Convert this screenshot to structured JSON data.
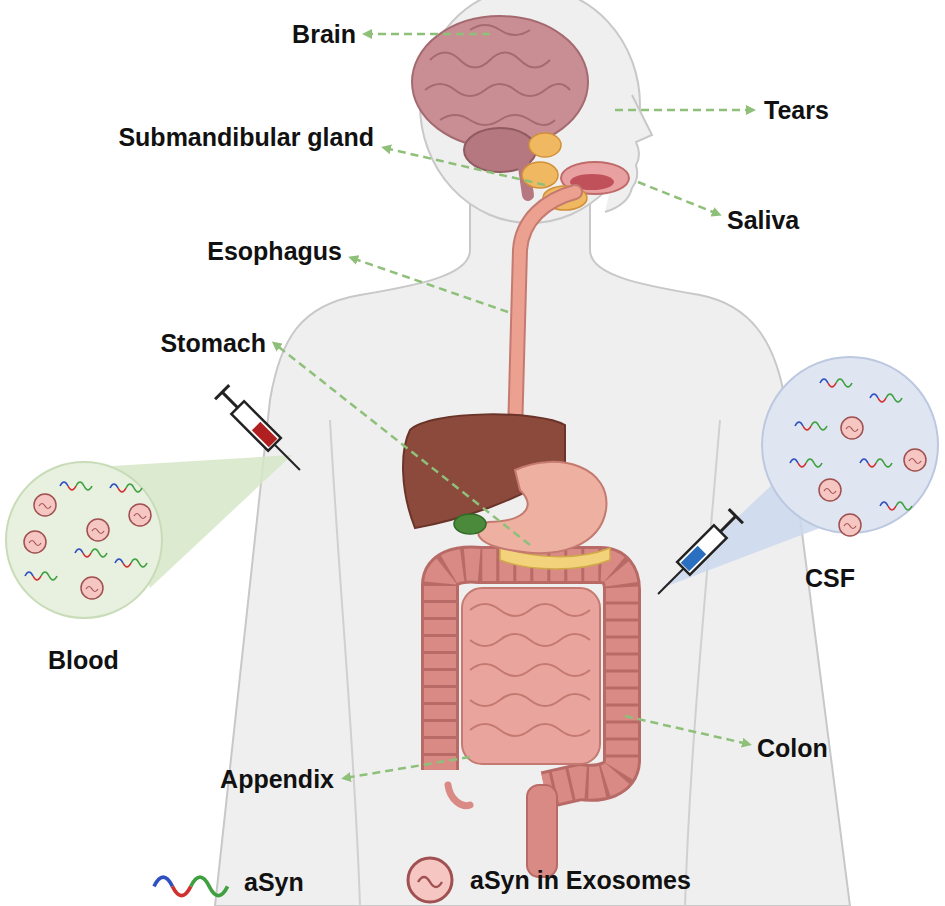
{
  "diagram": {
    "labels": [
      "Brain",
      "Tears",
      "Submandibular gland",
      "Saliva",
      "Esophagus",
      "Stomach",
      "Blood",
      "CSF",
      "Appendix",
      "Colon"
    ],
    "legend": [
      {
        "text": "aSyn"
      },
      {
        "text": "aSyn in Exosomes"
      }
    ]
  }
}
